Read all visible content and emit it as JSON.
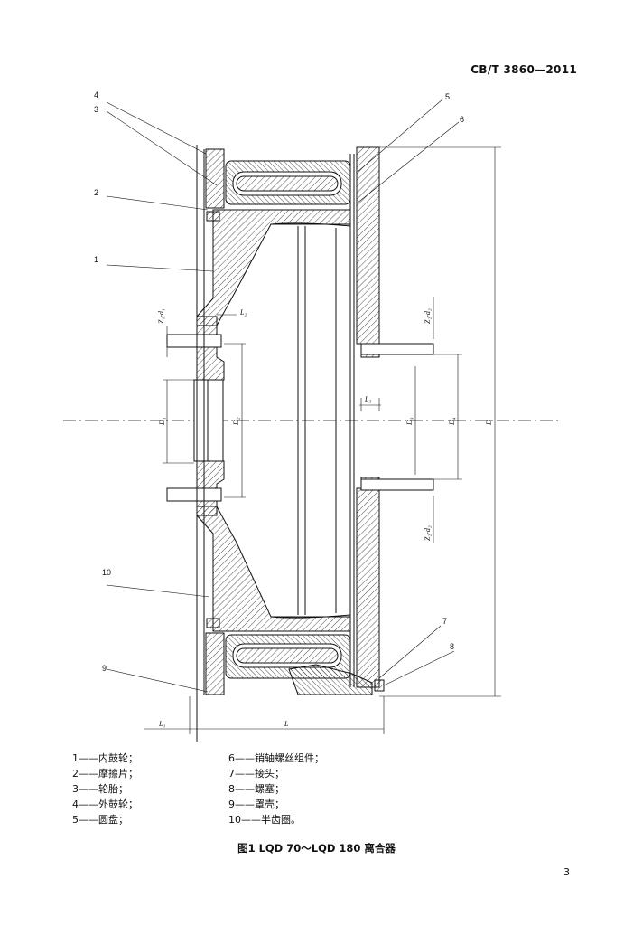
{
  "header": {
    "standard_code": "CB/T 3860—2011"
  },
  "drawing": {
    "callouts": [
      "1",
      "2",
      "3",
      "4",
      "5",
      "6",
      "7",
      "8",
      "9",
      "10"
    ],
    "dims": {
      "L1": "L₁",
      "L": "L",
      "L2": "L₂",
      "L3": "L₃",
      "D": "D",
      "D1": "D₁",
      "D2": "D₂",
      "D3": "D₃",
      "D4": "D₄",
      "Zd1": "Z₁-d₁",
      "Zd2": "Z₂-d₂"
    }
  },
  "legend": {
    "left": [
      "1——内鼓轮；",
      "2——摩擦片；",
      "3——轮胎；",
      "4——外鼓轮；",
      "5——圆盘；"
    ],
    "right": [
      "6——销轴螺丝组件；",
      "7——接头；",
      "8——螺塞；",
      "9——罩壳；",
      "10——半齿圈。"
    ]
  },
  "caption": "图1  LQD 70～LQD 180 离合器",
  "page_number": "3"
}
